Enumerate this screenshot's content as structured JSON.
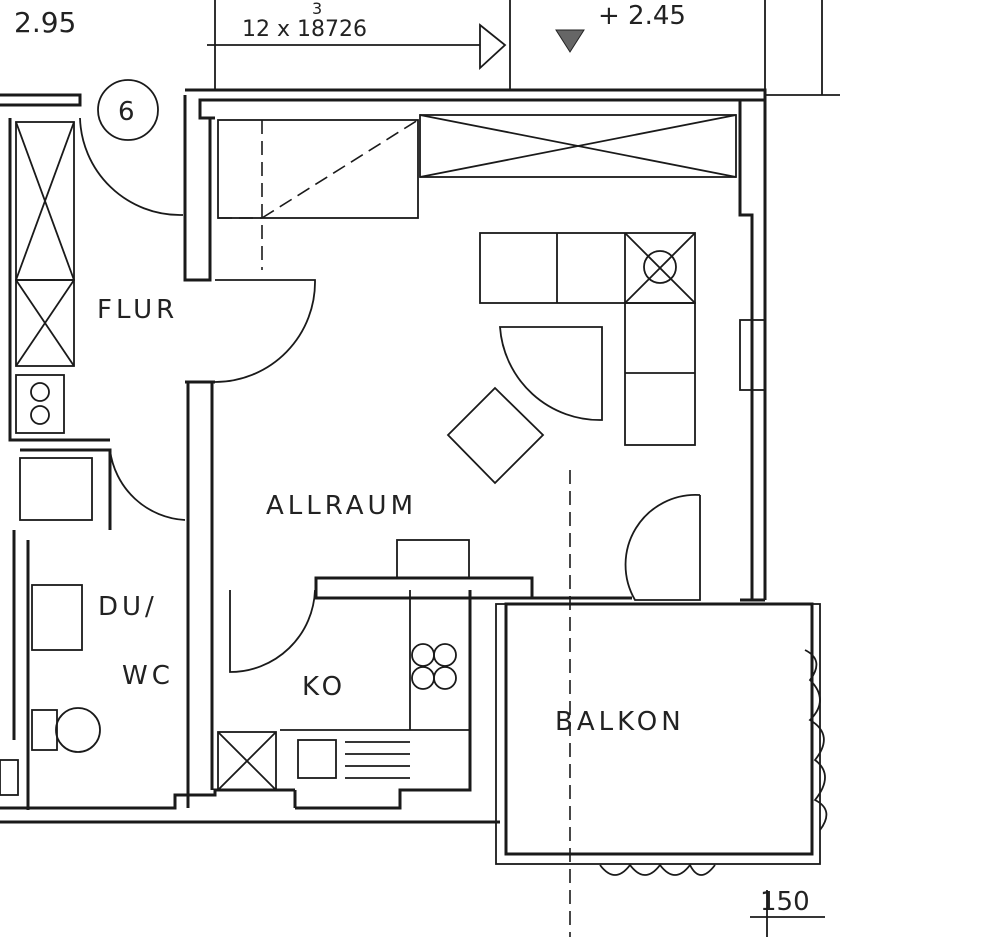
{
  "plan": {
    "level_left": "2.95",
    "stair_note_super": "3",
    "stair_note": "12 x 18726",
    "level_right": "+ 2.45",
    "unit_number": "6",
    "rooms": {
      "flur": "FLUR",
      "allraum": "ALLRAUM",
      "du": "DU/",
      "wc": "WC",
      "ko": "KO",
      "balkon": "BALKON"
    },
    "dimension": "150",
    "colors": {
      "line": "#1a1a1a",
      "marker": "#666666"
    }
  }
}
